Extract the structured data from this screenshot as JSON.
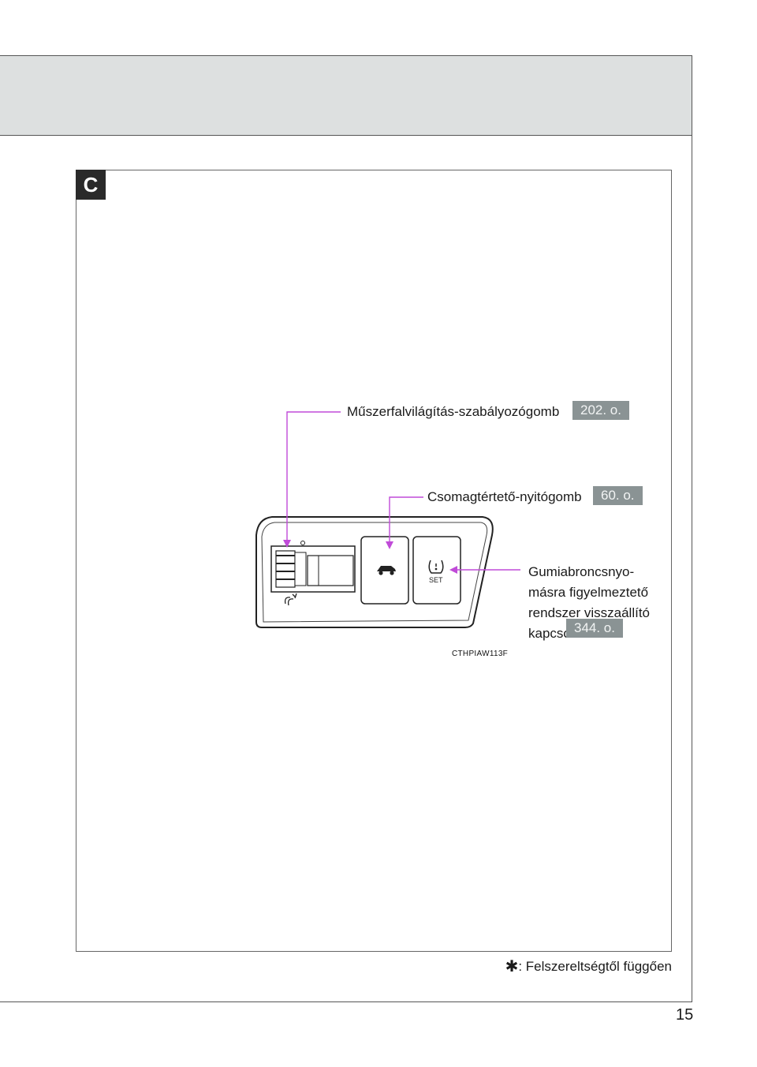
{
  "section": {
    "letter": "C"
  },
  "callouts": {
    "dimmer": {
      "label": "Műszerfalvilágítás-szabályozógomb",
      "page_ref": "202. o."
    },
    "trunk": {
      "label": "Csomagtértető-nyitógomb",
      "page_ref": "60. o."
    },
    "tpms": {
      "lines": [
        "Gumiabroncsnyo-",
        "másra figyelmeztető",
        "rendszer visszaállító",
        "kapcsoló"
      ],
      "page_ref": "344. o."
    }
  },
  "illustration": {
    "code": "CTHPIAW113F",
    "set_label": "SET"
  },
  "footnote": {
    "symbol": "✱",
    "text": ": Felszereltségtől függően"
  },
  "page_number": "15",
  "colors": {
    "header_band": "#dde0e0",
    "page_ref_bg": "#8a9394",
    "leader_line": "#c04bd8"
  }
}
